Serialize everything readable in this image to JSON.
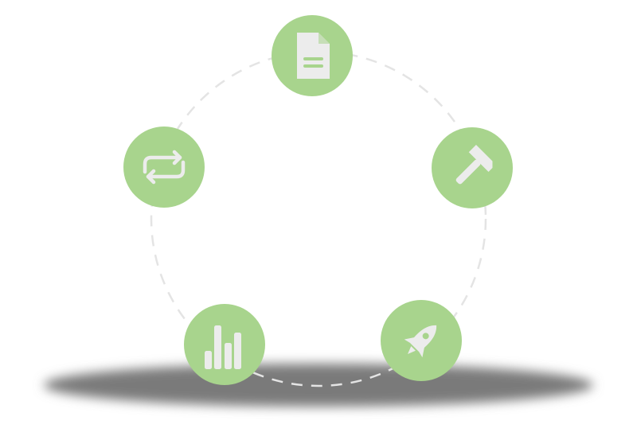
{
  "diagram": {
    "type": "cycle",
    "colors": {
      "node_fill": "#a8d48d",
      "icon": "#ececec",
      "connector": "#e4e4e4",
      "shadow": "#7a7a7a"
    },
    "nodes": [
      {
        "id": "document",
        "icon": "document-icon"
      },
      {
        "id": "build",
        "icon": "hammer-icon"
      },
      {
        "id": "launch",
        "icon": "rocket-icon"
      },
      {
        "id": "analytics",
        "icon": "bar-chart-icon"
      },
      {
        "id": "iterate",
        "icon": "repeat-icon"
      }
    ]
  }
}
